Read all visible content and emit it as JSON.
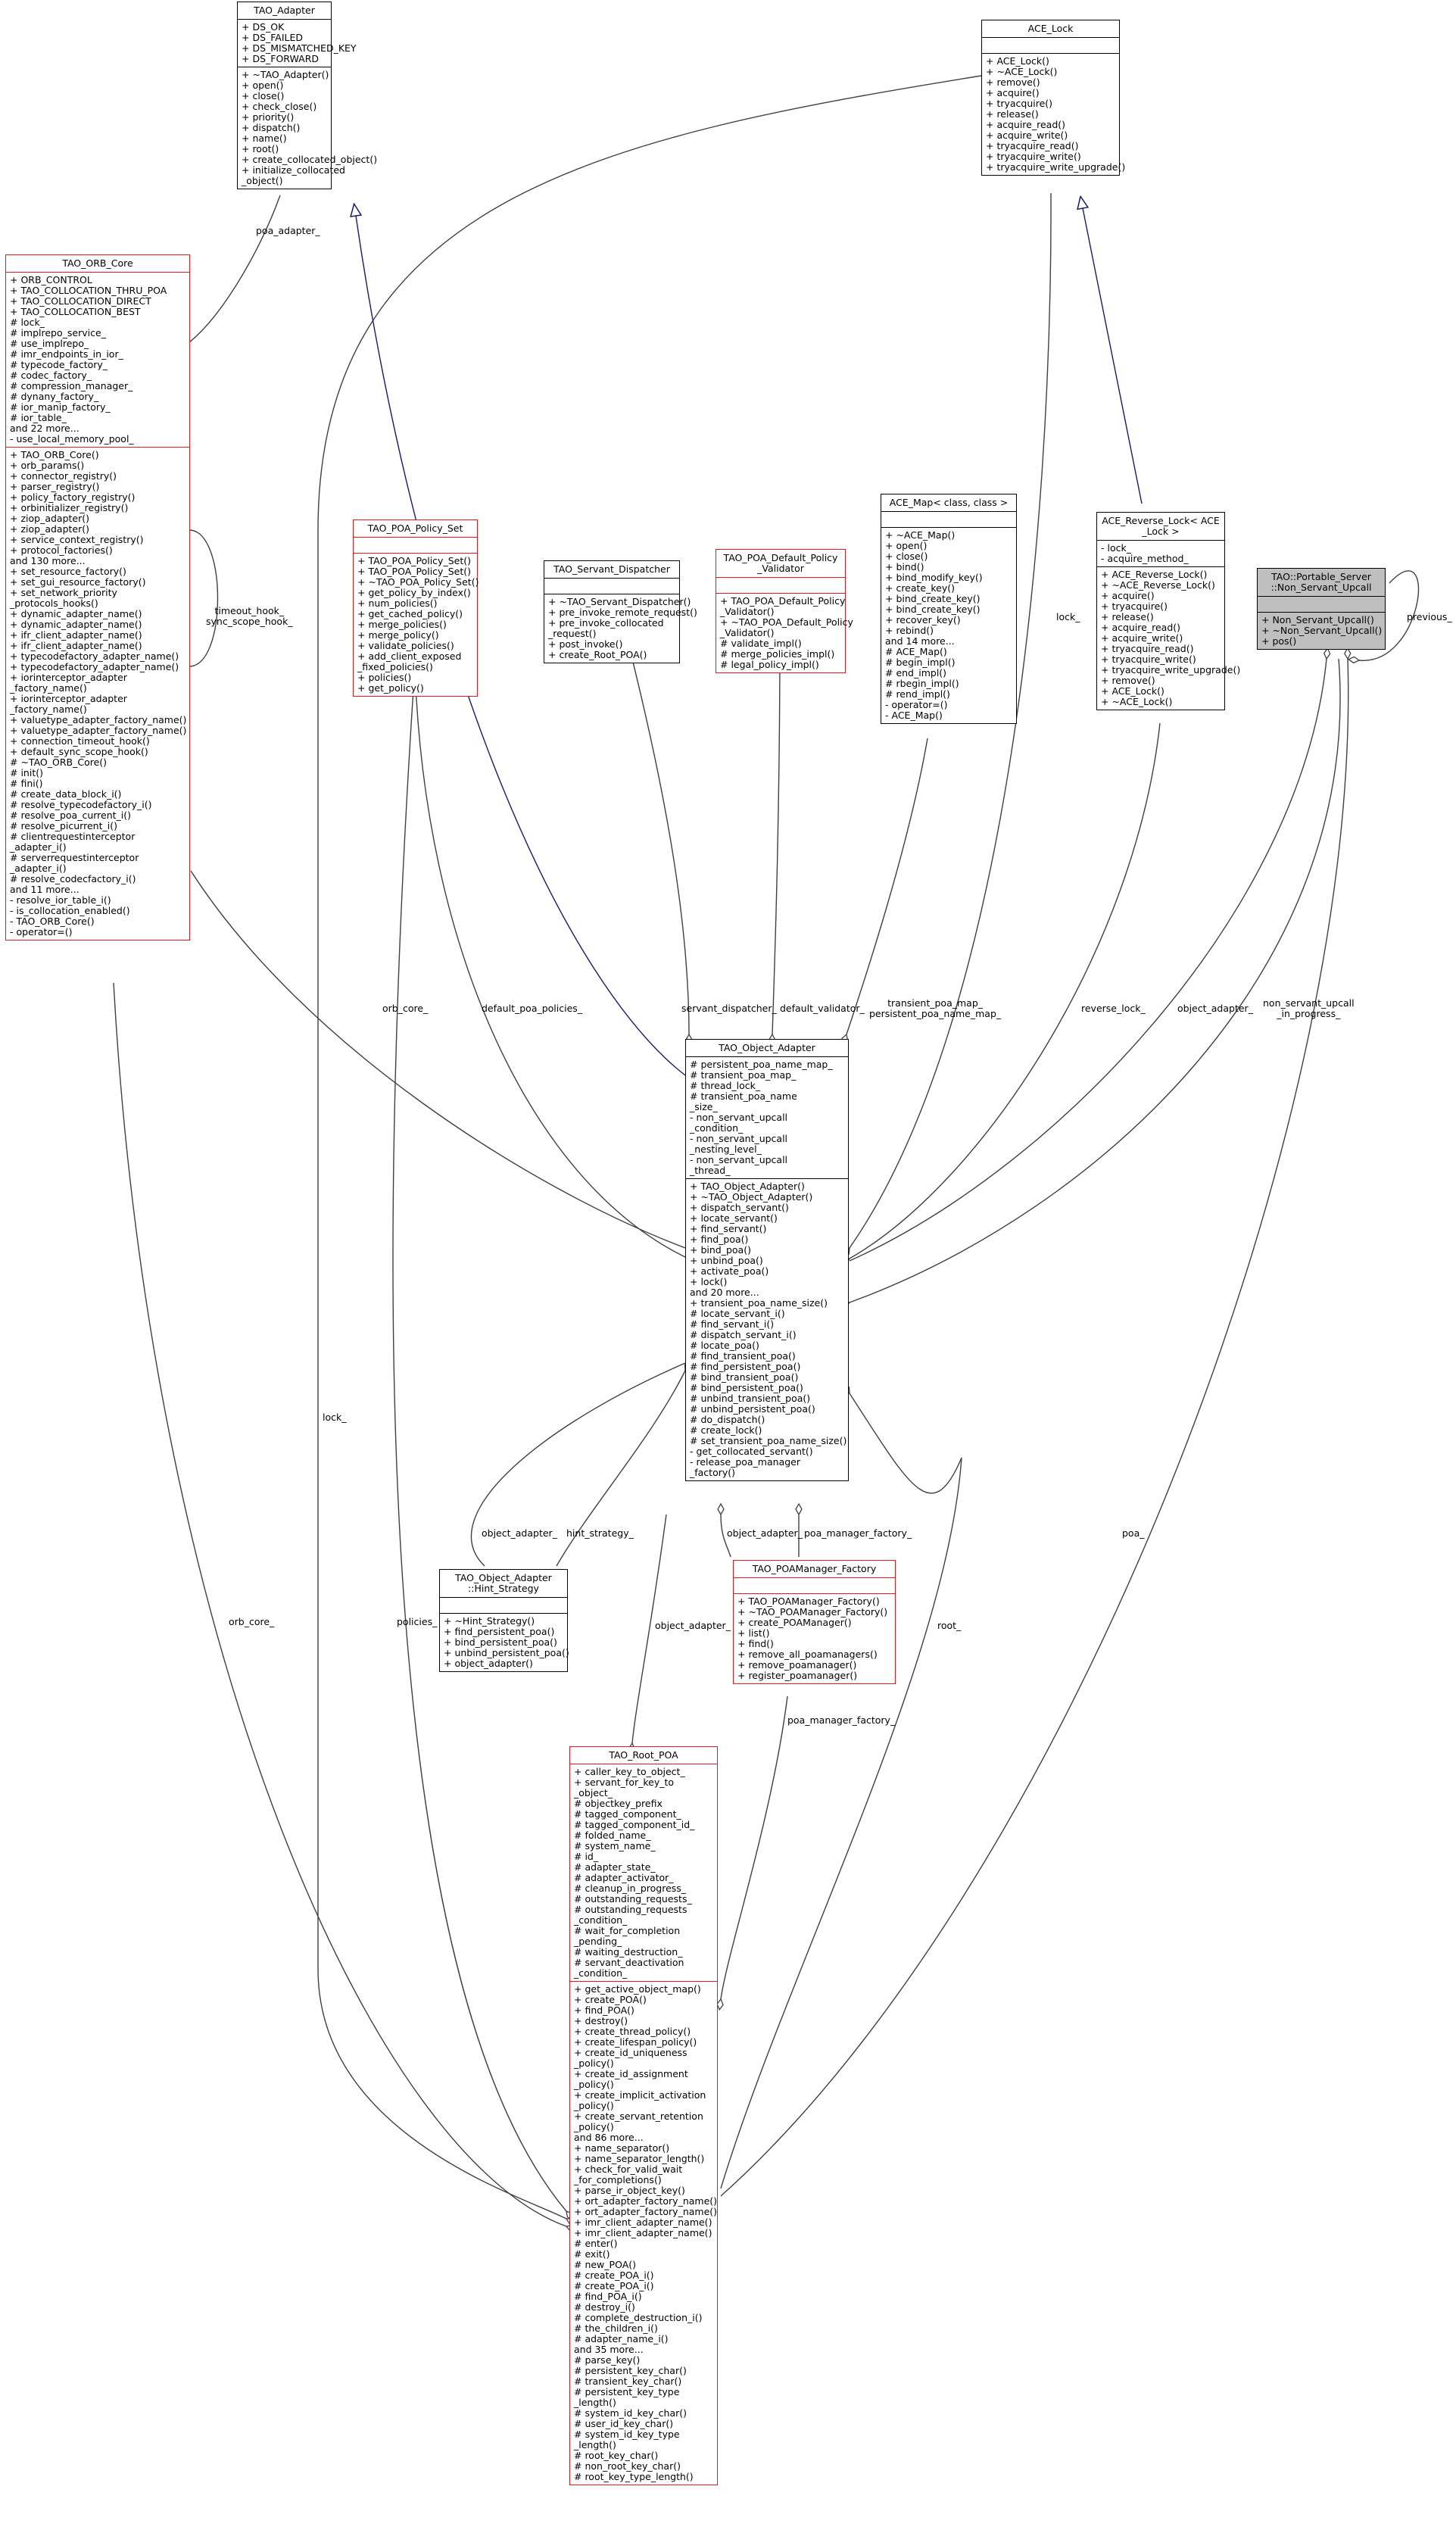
{
  "classes": {
    "tao_adapter": {
      "title": "TAO_Adapter",
      "attrs": [
        "+ DS_OK",
        "+ DS_FAILED",
        "+ DS_MISMATCHED_KEY",
        "+ DS_FORWARD"
      ],
      "ops": [
        "+ ~TAO_Adapter()",
        "+ open()",
        "+ close()",
        "+ check_close()",
        "+ priority()",
        "+ dispatch()",
        "+ name()",
        "+ root()",
        "+ create_collocated_object()",
        "+ initialize_collocated",
        "_object()"
      ]
    },
    "ace_lock": {
      "title": "ACE_Lock",
      "attrs": [],
      "ops": [
        "+ ACE_Lock()",
        "+ ~ACE_Lock()",
        "+ remove()",
        "+ acquire()",
        "+ tryacquire()",
        "+ release()",
        "+ acquire_read()",
        "+ acquire_write()",
        "+ tryacquire_read()",
        "+ tryacquire_write()",
        "+ tryacquire_write_upgrade()"
      ]
    },
    "tao_orb_core": {
      "title": "TAO_ORB_Core",
      "attrs": [
        "+ ORB_CONTROL",
        "+ TAO_COLLOCATION_THRU_POA",
        "+ TAO_COLLOCATION_DIRECT",
        "+ TAO_COLLOCATION_BEST",
        "# lock_",
        "# implrepo_service_",
        "# use_implrepo_",
        "# imr_endpoints_in_ior_",
        "# typecode_factory_",
        "# codec_factory_",
        "# compression_manager_",
        "# dynany_factory_",
        "# ior_manip_factory_",
        "# ior_table_",
        "and 22 more...",
        "- use_local_memory_pool_"
      ],
      "ops": [
        "+ TAO_ORB_Core()",
        "+ orb_params()",
        "+ connector_registry()",
        "+ parser_registry()",
        "+ policy_factory_registry()",
        "+ orbinitializer_registry()",
        "+ ziop_adapter()",
        "+ ziop_adapter()",
        "+ service_context_registry()",
        "+ protocol_factories()",
        "and 130 more...",
        "+ set_resource_factory()",
        "+ set_gui_resource_factory()",
        "+ set_network_priority",
        "_protocols_hooks()",
        "+ dynamic_adapter_name()",
        "+ dynamic_adapter_name()",
        "+ ifr_client_adapter_name()",
        "+ ifr_client_adapter_name()",
        "+ typecodefactory_adapter_name()",
        "+ typecodefactory_adapter_name()",
        "+ iorinterceptor_adapter",
        "_factory_name()",
        "+ iorinterceptor_adapter",
        "_factory_name()",
        "+ valuetype_adapter_factory_name()",
        "+ valuetype_adapter_factory_name()",
        "+ connection_timeout_hook()",
        "+ default_sync_scope_hook()",
        "# ~TAO_ORB_Core()",
        "# init()",
        "# fini()",
        "# create_data_block_i()",
        "# resolve_typecodefactory_i()",
        "# resolve_poa_current_i()",
        "# resolve_picurrent_i()",
        "# clientrequestinterceptor",
        "_adapter_i()",
        "# serverrequestinterceptor",
        "_adapter_i()",
        "# resolve_codecfactory_i()",
        "and 11 more...",
        "- resolve_ior_table_i()",
        "- is_collocation_enabled()",
        "- TAO_ORB_Core()",
        "- operator=()"
      ]
    },
    "tao_poa_policy_set": {
      "title": "TAO_POA_Policy_Set",
      "attrs": [],
      "ops": [
        "+ TAO_POA_Policy_Set()",
        "+ TAO_POA_Policy_Set()",
        "+ ~TAO_POA_Policy_Set()",
        "+ get_policy_by_index()",
        "+ num_policies()",
        "+ get_cached_policy()",
        "+ merge_policies()",
        "+ merge_policy()",
        "+ validate_policies()",
        "+ add_client_exposed",
        "_fixed_policies()",
        "+ policies()",
        "+ get_policy()"
      ]
    },
    "tao_servant_dispatcher": {
      "title": "TAO_Servant_Dispatcher",
      "attrs": [],
      "ops": [
        "+ ~TAO_Servant_Dispatcher()",
        "+ pre_invoke_remote_request()",
        "+ pre_invoke_collocated",
        "_request()",
        "+ post_invoke()",
        "+ create_Root_POA()"
      ]
    },
    "tao_poa_default_policy_validator": {
      "title": "TAO_POA_Default_Policy\n_Validator",
      "attrs": [],
      "ops": [
        "+ TAO_POA_Default_Policy",
        "_Validator()",
        "+ ~TAO_POA_Default_Policy",
        "_Validator()",
        "# validate_impl()",
        "# merge_policies_impl()",
        "# legal_policy_impl()"
      ]
    },
    "ace_map": {
      "title": "ACE_Map< class, class >",
      "attrs": [],
      "ops": [
        "+ ~ACE_Map()",
        "+ open()",
        "+ close()",
        "+ bind()",
        "+ bind_modify_key()",
        "+ create_key()",
        "+ bind_create_key()",
        "+ bind_create_key()",
        "+ recover_key()",
        "+ rebind()",
        "and 14 more...",
        "# ACE_Map()",
        "# begin_impl()",
        "# end_impl()",
        "# rbegin_impl()",
        "# rend_impl()",
        "- operator=()",
        "- ACE_Map()"
      ]
    },
    "ace_reverse_lock": {
      "title": "ACE_Reverse_Lock< ACE\n_Lock >",
      "attrs": [
        "- lock_",
        "- acquire_method_"
      ],
      "ops": [
        "+ ACE_Reverse_Lock()",
        "+ ~ACE_Reverse_Lock()",
        "+ acquire()",
        "+ tryacquire()",
        "+ release()",
        "+ acquire_read()",
        "+ acquire_write()",
        "+ tryacquire_read()",
        "+ tryacquire_write()",
        "+ tryacquire_write_upgrade()",
        "+ remove()",
        "+ ACE_Lock()",
        "+ ~ACE_Lock()"
      ]
    },
    "non_servant_upcall": {
      "title": "TAO::Portable_Server\n::Non_Servant_Upcall",
      "attrs": [],
      "ops": [
        "+ Non_Servant_Upcall()",
        "+ ~Non_Servant_Upcall()",
        "+ pos()"
      ]
    },
    "tao_object_adapter": {
      "title": "TAO_Object_Adapter",
      "attrs": [
        "# persistent_poa_name_map_",
        "# transient_poa_map_",
        "# thread_lock_",
        "# transient_poa_name",
        "_size_",
        "- non_servant_upcall",
        "_condition_",
        "- non_servant_upcall",
        "_nesting_level_",
        "- non_servant_upcall",
        "_thread_"
      ],
      "ops": [
        "+ TAO_Object_Adapter()",
        "+ ~TAO_Object_Adapter()",
        "+ dispatch_servant()",
        "+ locate_servant()",
        "+ find_servant()",
        "+ find_poa()",
        "+ bind_poa()",
        "+ unbind_poa()",
        "+ activate_poa()",
        "+ lock()",
        "and 20 more...",
        "+ transient_poa_name_size()",
        "# locate_servant_i()",
        "# find_servant_i()",
        "# dispatch_servant_i()",
        "# locate_poa()",
        "# find_transient_poa()",
        "# find_persistent_poa()",
        "# bind_transient_poa()",
        "# bind_persistent_poa()",
        "# unbind_transient_poa()",
        "# unbind_persistent_poa()",
        "# do_dispatch()",
        "# create_lock()",
        "# set_transient_poa_name_size()",
        "- get_collocated_servant()",
        "- release_poa_manager",
        "_factory()"
      ]
    },
    "hint_strategy": {
      "title": "TAO_Object_Adapter\n::Hint_Strategy",
      "attrs": [],
      "ops": [
        "+ ~Hint_Strategy()",
        "+ find_persistent_poa()",
        "+ bind_persistent_poa()",
        "+ unbind_persistent_poa()",
        "+ object_adapter()"
      ]
    },
    "tao_poamanager_factory": {
      "title": "TAO_POAManager_Factory",
      "attrs": [],
      "ops": [
        "+ TAO_POAManager_Factory()",
        "+ ~TAO_POAManager_Factory()",
        "+ create_POAManager()",
        "+ list()",
        "+ find()",
        "+ remove_all_poamanagers()",
        "+ remove_poamanager()",
        "+ register_poamanager()"
      ]
    },
    "tao_root_poa": {
      "title": "TAO_Root_POA",
      "attrs": [
        "+ caller_key_to_object_",
        "+ servant_for_key_to",
        "_object_",
        "# objectkey_prefix",
        "# tagged_component_",
        "# tagged_component_id_",
        "# folded_name_",
        "# system_name_",
        "# id_",
        "# adapter_state_",
        "# adapter_activator_",
        "# cleanup_in_progress_",
        "# outstanding_requests_",
        "# outstanding_requests",
        "_condition_",
        "# wait_for_completion",
        "_pending_",
        "# waiting_destruction_",
        "# servant_deactivation",
        "_condition_"
      ],
      "ops": [
        "+ get_active_object_map()",
        "+ create_POA()",
        "+ find_POA()",
        "+ destroy()",
        "+ create_thread_policy()",
        "+ create_lifespan_policy()",
        "+ create_id_uniqueness",
        "_policy()",
        "+ create_id_assignment",
        "_policy()",
        "+ create_implicit_activation",
        "_policy()",
        "+ create_servant_retention",
        "_policy()",
        "and 86 more...",
        "+ name_separator()",
        "+ name_separator_length()",
        "+ check_for_valid_wait",
        "_for_completions()",
        "+ parse_ir_object_key()",
        "+ ort_adapter_factory_name()",
        "+ ort_adapter_factory_name()",
        "+ imr_client_adapter_name()",
        "+ imr_client_adapter_name()",
        "# enter()",
        "# exit()",
        "# new_POA()",
        "# create_POA_i()",
        "# create_POA_i()",
        "# find_POA_i()",
        "# destroy_i()",
        "# complete_destruction_i()",
        "# the_children_i()",
        "# adapter_name_i()",
        "and 35 more...",
        "# parse_key()",
        "# persistent_key_char()",
        "# transient_key_char()",
        "# persistent_key_type",
        "_length()",
        "# system_id_key_char()",
        "# user_id_key_char()",
        "# system_id_key_type",
        "_length()",
        "# root_key_char()",
        "# non_root_key_char()",
        "# root_key_type_length()"
      ]
    }
  },
  "edge_labels": {
    "poa_adapter": "poa_adapter_",
    "timeout_hook": "timeout_hook_\nsync_scope_hook_",
    "orb_core_oa": "orb_core_",
    "default_poa_policies": "default_poa_policies_",
    "servant_dispatcher": "servant_dispatcher_",
    "default_validator": "default_validator_",
    "poa_maps": "transient_poa_map_\npersistent_poa_name_map_",
    "lock_oa": "lock_",
    "reverse_lock": "reverse_lock_",
    "object_adapter_nsu": "object_adapter_",
    "non_servant_upcall_in_progress": "non_servant_upcall\n_in_progress_",
    "previous": "previous_",
    "lock_root": "lock_",
    "orb_core_root": "orb_core_",
    "policies": "policies_",
    "object_adapter_hint": "object_adapter_",
    "hint_strategy": "hint_strategy_",
    "object_adapter_factory": "object_adapter_",
    "poa_manager_factory": "poa_manager_factory_",
    "object_adapter_root": "object_adapter_",
    "root": "root_",
    "poa_manager_factory_root": "poa_manager_factory_",
    "poa": "poa_"
  },
  "colors": {
    "plain_border": "#000000",
    "doc_border": "#e31a1c",
    "inherit_edge": "#191970",
    "focus_fill": "#bfbfbf"
  }
}
